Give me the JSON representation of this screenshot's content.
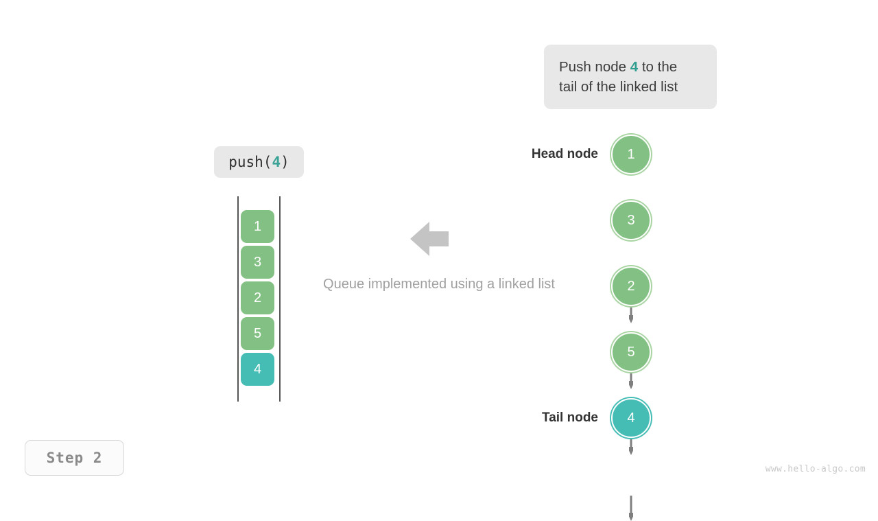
{
  "callout": {
    "line1_prefix": "Push node ",
    "line1_accent": "4",
    "line1_suffix": " to the",
    "line2": "tail of the linked list",
    "bg_color": "#e8e8e8"
  },
  "operation": {
    "prefix": "push(",
    "argument": "4",
    "suffix": ")",
    "bg_color": "#e8e8e8",
    "accent_color": "#3aa396"
  },
  "queue_view": {
    "label": "queue-array-column",
    "rail_color": "#555555",
    "cells": [
      {
        "value": "1",
        "color": "#83c083",
        "highlight": false
      },
      {
        "value": "3",
        "color": "#83c083",
        "highlight": false
      },
      {
        "value": "2",
        "color": "#83c083",
        "highlight": false
      },
      {
        "value": "5",
        "color": "#83c083",
        "highlight": false
      },
      {
        "value": "4",
        "color": "#45bdb5",
        "highlight": true
      }
    ]
  },
  "center": {
    "caption": "Queue implemented using a linked list",
    "caption_color": "#a0a0a0",
    "arrow_direction": "left",
    "arrow_color": "#c4c4c4"
  },
  "linked_list": {
    "head_label": "Head node",
    "tail_label": "Tail node",
    "node_color": "#83c083",
    "highlight_color": "#45bdb5",
    "edge_color": "#7f7f7f",
    "nodes": [
      {
        "value": "1",
        "highlight": false
      },
      {
        "value": "3",
        "highlight": false
      },
      {
        "value": "2",
        "highlight": false
      },
      {
        "value": "5",
        "highlight": false
      },
      {
        "value": "4",
        "highlight": true
      }
    ]
  },
  "step": {
    "text": "Step 2"
  },
  "watermark": {
    "text": "www.hello-algo.com"
  }
}
